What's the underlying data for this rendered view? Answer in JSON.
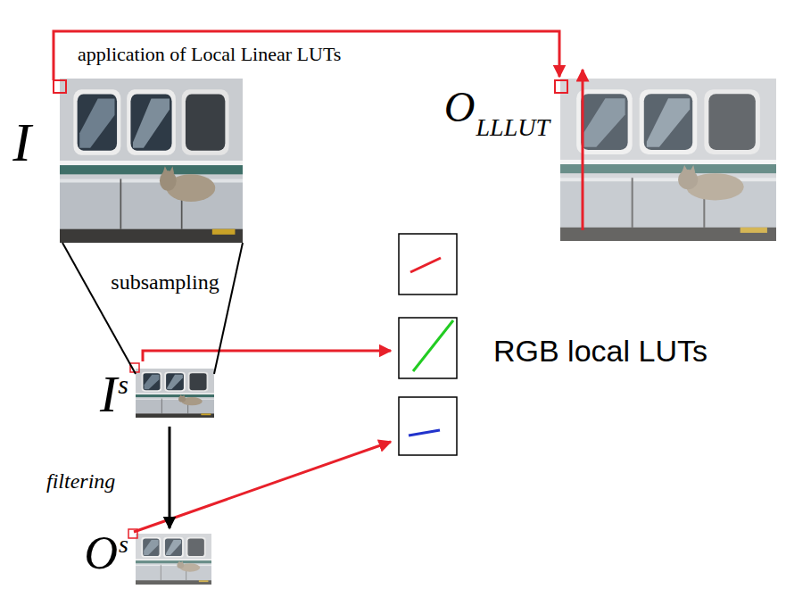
{
  "diagram": {
    "nodes": [
      {
        "text": [
          "I"
        ]
      },
      {
        "text": [
          "O",
          "LLLUT"
        ]
      },
      {
        "text": [
          "I",
          "s"
        ]
      },
      {
        "text": [
          "O",
          "s"
        ]
      },
      {
        "text": [
          "RGB local LUTs"
        ]
      }
    ],
    "edges": [
      {
        "from": 0,
        "to": 1,
        "arrow": "to",
        "label": "application of Local Linear LUTs"
      },
      {
        "from": 2,
        "to": 4,
        "arrow": "to"
      },
      {
        "from": 3,
        "to": 4,
        "arrow": "to"
      },
      {
        "from": 4,
        "to": 1,
        "arrow": "to"
      },
      {
        "from": 0,
        "to": 2,
        "arrow": "none",
        "label": "subsampling"
      },
      {
        "from": 2,
        "to": 3,
        "arrow": "to",
        "label": "filtering"
      }
    ]
  }
}
